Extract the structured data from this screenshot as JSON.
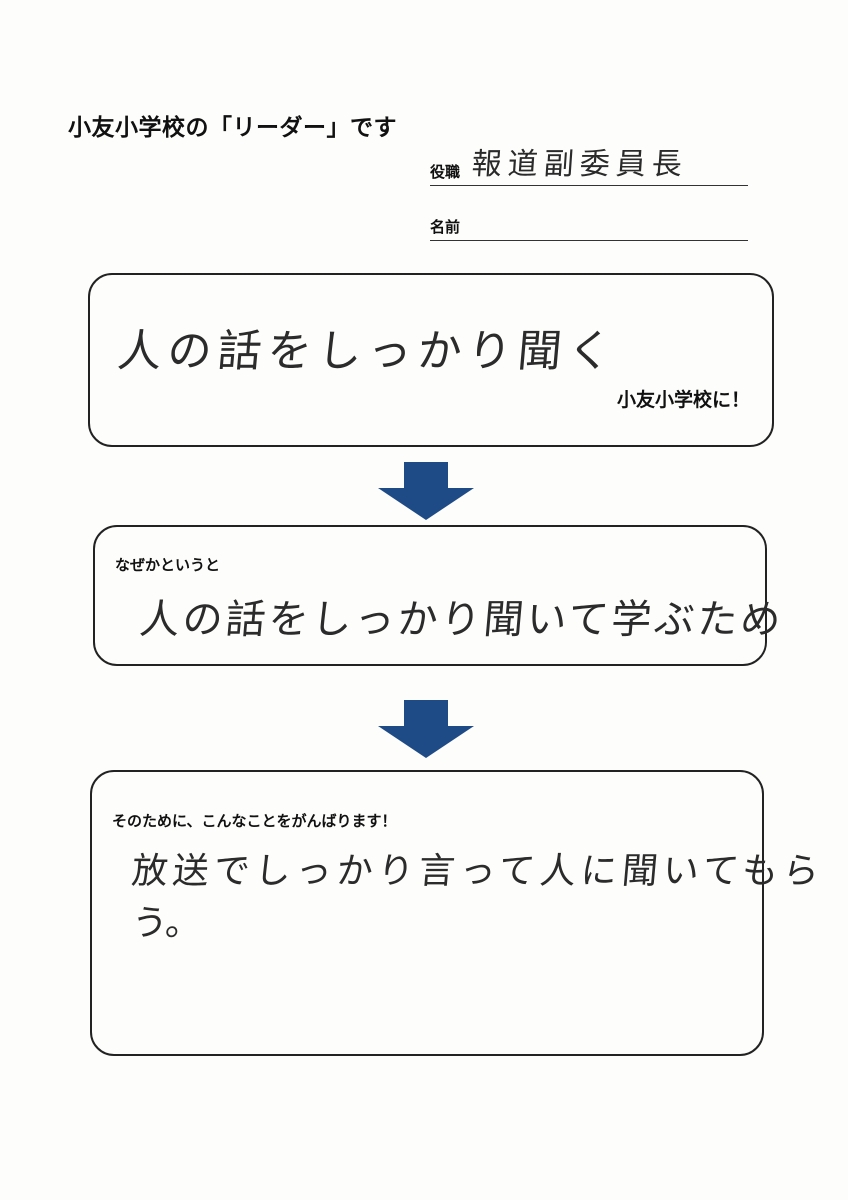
{
  "header": {
    "title": "小友小学校の「リーダー」です",
    "role_label": "役職",
    "role_value": "報道副委員長",
    "name_label": "名前",
    "name_value": ""
  },
  "box1": {
    "handwritten": "人の話をしっかり聞く",
    "suffix": "小友小学校に！"
  },
  "box2": {
    "label": "なぜかというと",
    "handwritten": "人の話をしっかり聞いて学ぶため"
  },
  "box3": {
    "label": "そのために、こんなことをがんばります！",
    "handwritten_line1": "放送でしっかり言って人に聞いてもら",
    "handwritten_line2": "う。"
  },
  "colors": {
    "arrow": "#1e4b86",
    "border": "#222222"
  }
}
